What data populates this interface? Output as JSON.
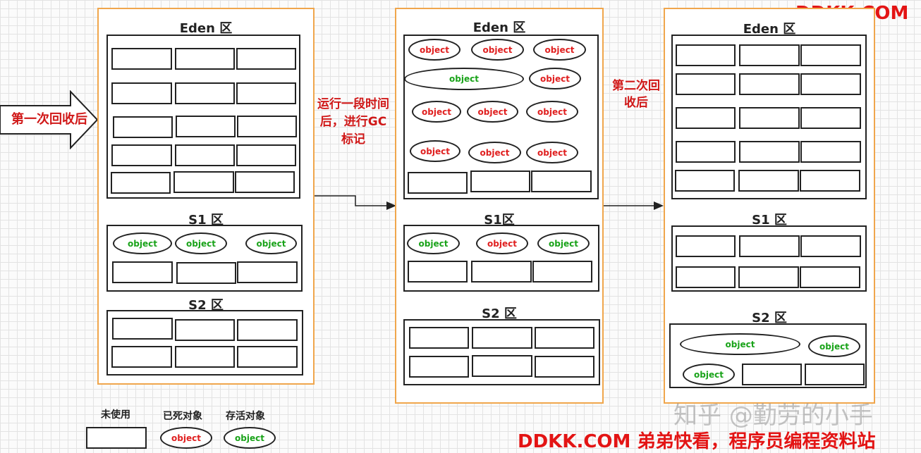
{
  "brand": {
    "top": "DDKK.COM",
    "bottom": "DDKK.COM 弟弟快看，程序员编程资料站"
  },
  "watermark": "知乎 @勤劳的小手",
  "labels": {
    "first_gc": "第一次回收后",
    "mark": "运行一段时间后，进行GC标记",
    "second_gc": "第二次回收后"
  },
  "object_text": "object",
  "panels": [
    {
      "eden": "Eden 区",
      "s1": "S1 区",
      "s2": "S2 区"
    },
    {
      "eden": "Eden 区",
      "s1": "S1区",
      "s2": "S2 区"
    },
    {
      "eden": "Eden 区",
      "s1": "S1  区",
      "s2": "S2 区"
    }
  ],
  "legend": {
    "unused": "未使用",
    "dead": "已死对象",
    "alive": "存活对象",
    "object": "object"
  },
  "colors": {
    "dead": "#e02020",
    "alive": "#1aa31a",
    "panel_border": "#f0a64c",
    "brand": "#e31414"
  }
}
